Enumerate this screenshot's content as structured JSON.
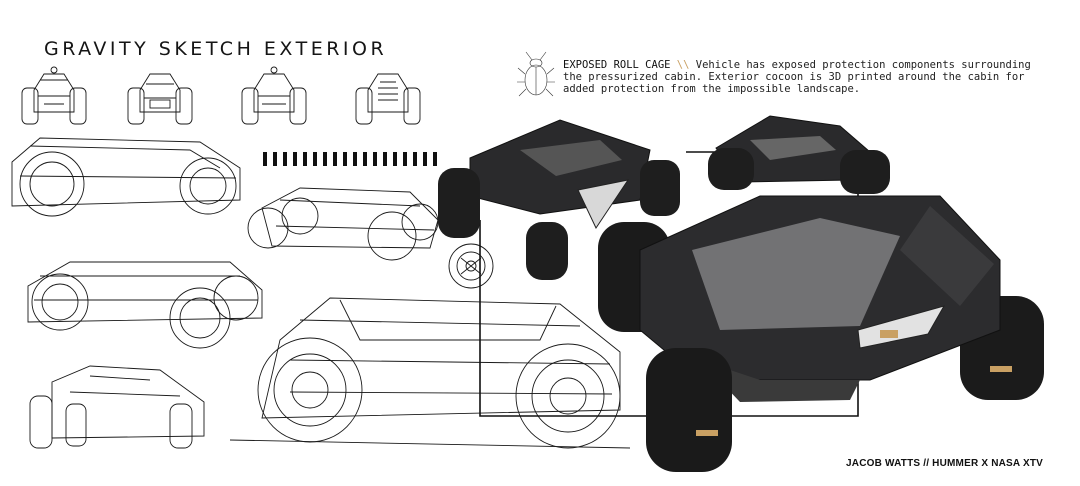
{
  "sheet": {
    "title": "GRAVITY SKETCH EXTERIOR",
    "callout": {
      "icon": "beetle-icon",
      "heading": "EXPOSED ROLL CAGE",
      "separator": "\\\\",
      "body": "Vehicle has exposed protection components surrounding the pressurized cabin. Exterior cocoon is 3D printed around the cabin for added protection from the impossible landscape."
    },
    "credit": "JACOB WATTS // HUMMER X NASA XTV"
  },
  "colors": {
    "ink": "#1a1a1a",
    "body": "#2b2b2b",
    "accent": "#c9a063"
  }
}
